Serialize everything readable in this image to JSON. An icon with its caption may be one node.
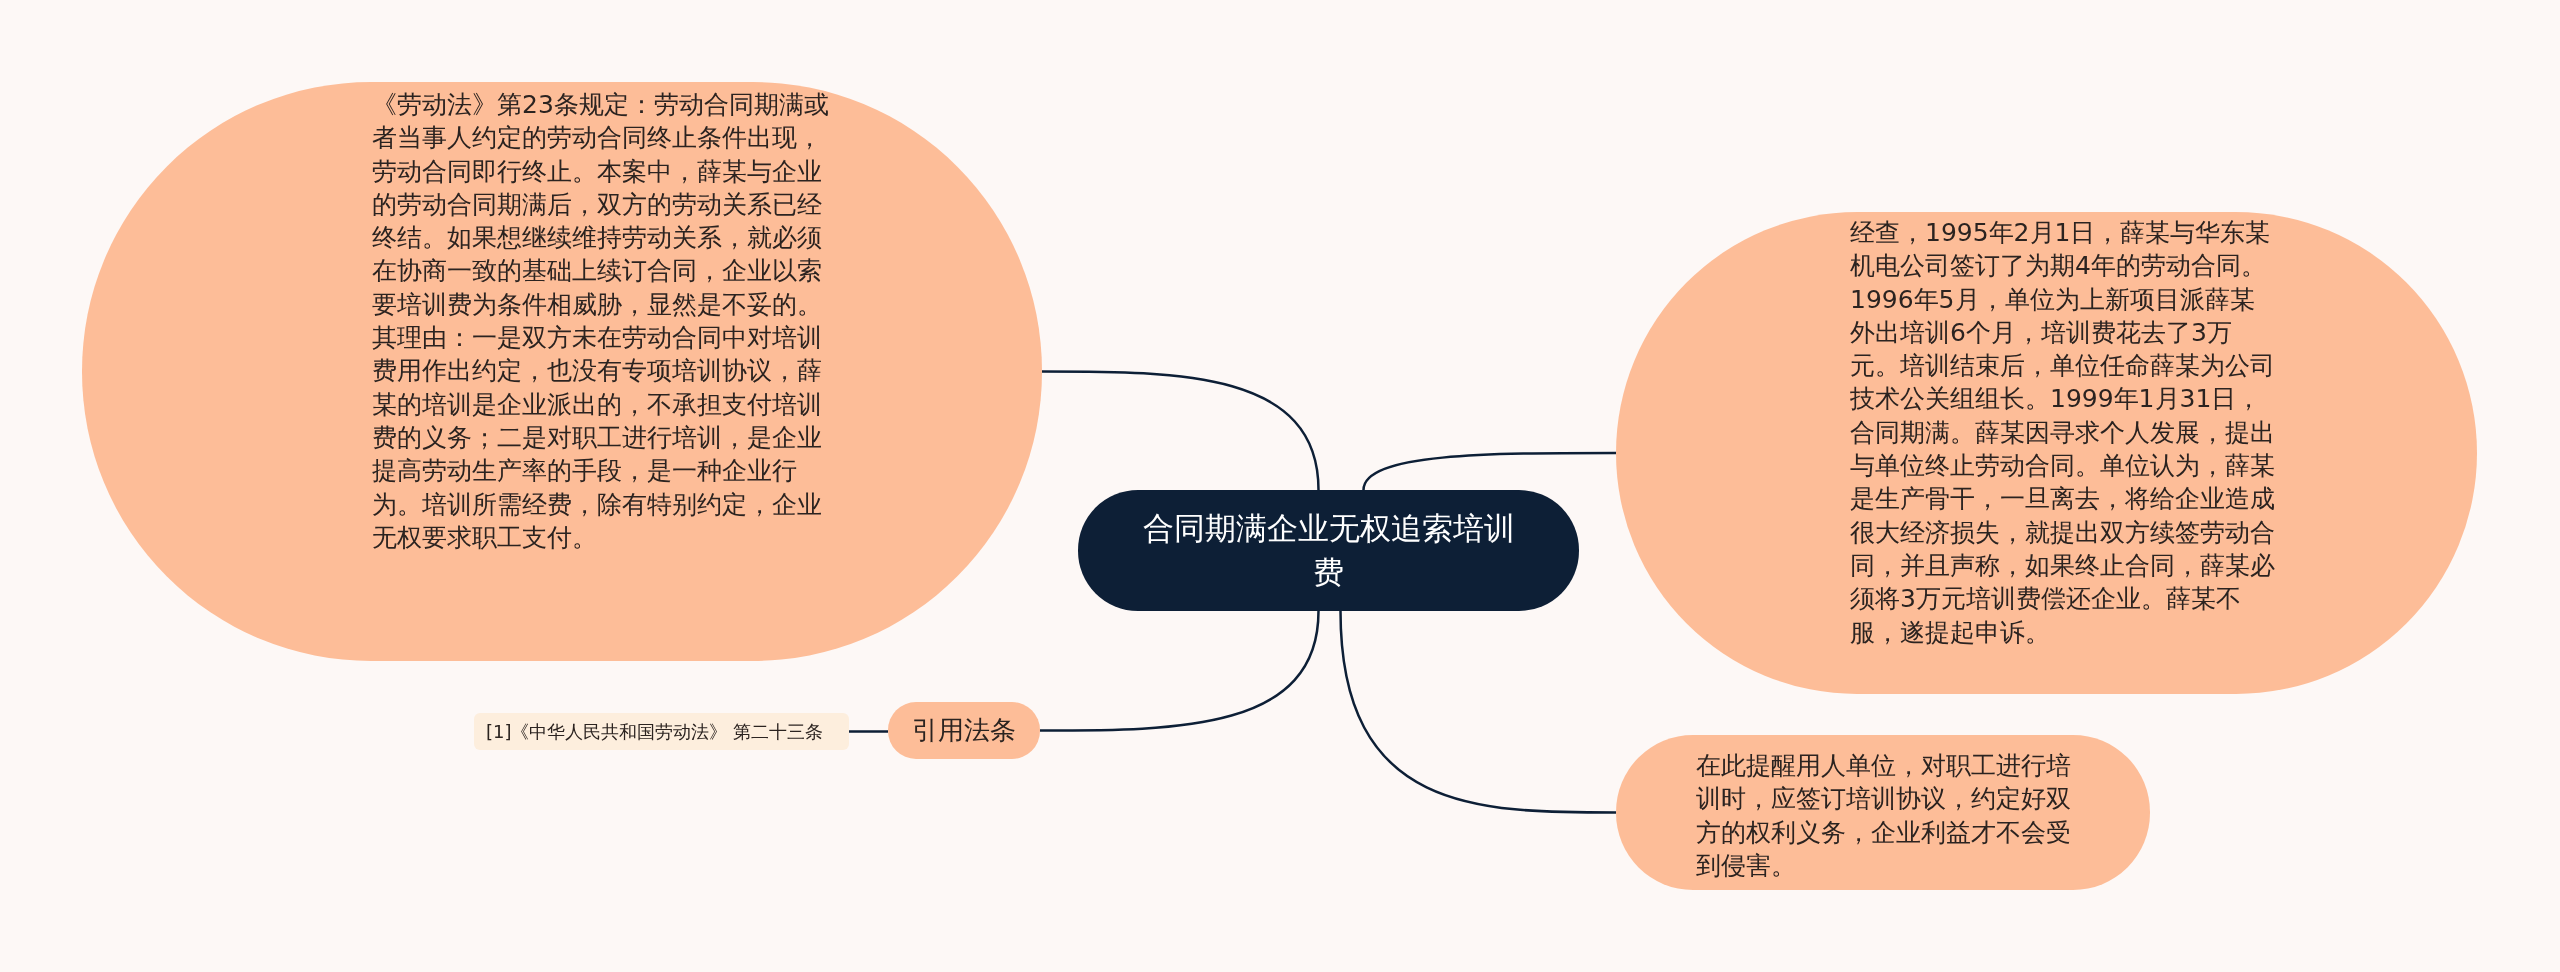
{
  "diagram": {
    "nodes": [
      {
        "text": [
          "合同期满企业无权追索培训费"
        ]
      },
      {
        "text": [
          "《劳动法》第23条规定：劳动合同期满或者当事人约定的劳动合同终止条件出现，劳动合同即行终止。本案中，薛某与企业的劳动合同期满后，双方的劳动关系已经终结。如果想继续维持劳动关系，就必须在协商一致的基础上续订合同，企业以索要培训费为条件相威胁，显然是不妥的。其理由：一是双方未在劳动合同中对培训费用作出约定，也没有专项培训协议，薛某的培训是企业派出的，不承担支付培训费的义务；二是对职工进行培训，是企业提高劳动生产率的手段，是一种企业行为。培训所需经费，除有特别约定，企业无权要求职工支付。"
        ]
      },
      {
        "text": [
          "经查，1995年2月1日，薛某与华东某机电公司签订了为期4年的劳动合同。1996年5月，单位为上新项目派薛某外出培训6个月，培训费花去了3万元。培训结束后，单位任命薛某为公司技术公关组组长。1999年1月31日，合同期满。薛某因寻求个人发展，提出与单位终止劳动合同。单位认为，薛某是生产骨干，一旦离去，将给企业造成很大经济损失，就提出双方续签劳动合同，并且声称，如果终止合同，薛某必须将3万元培训费偿还企业。薛某不服，遂提起申诉。"
        ]
      },
      {
        "text": [
          "引用法条"
        ]
      },
      {
        "text": [
          "[1]《中华人民共和国劳动法》 第二十三条"
        ]
      },
      {
        "text": [
          "在此提醒用人单位，对职工进行培训时，应签订培训协议，约定好双方的权利义务，企业利益才不会受到侵害。"
        ]
      }
    ],
    "edges": [
      {
        "from": 0,
        "to": 1,
        "arrow": "none"
      },
      {
        "from": 0,
        "to": 2,
        "arrow": "none"
      },
      {
        "from": 0,
        "to": 3,
        "arrow": "none"
      },
      {
        "from": 0,
        "to": 5,
        "arrow": "none"
      },
      {
        "from": 3,
        "to": 4,
        "arrow": "none"
      }
    ]
  }
}
